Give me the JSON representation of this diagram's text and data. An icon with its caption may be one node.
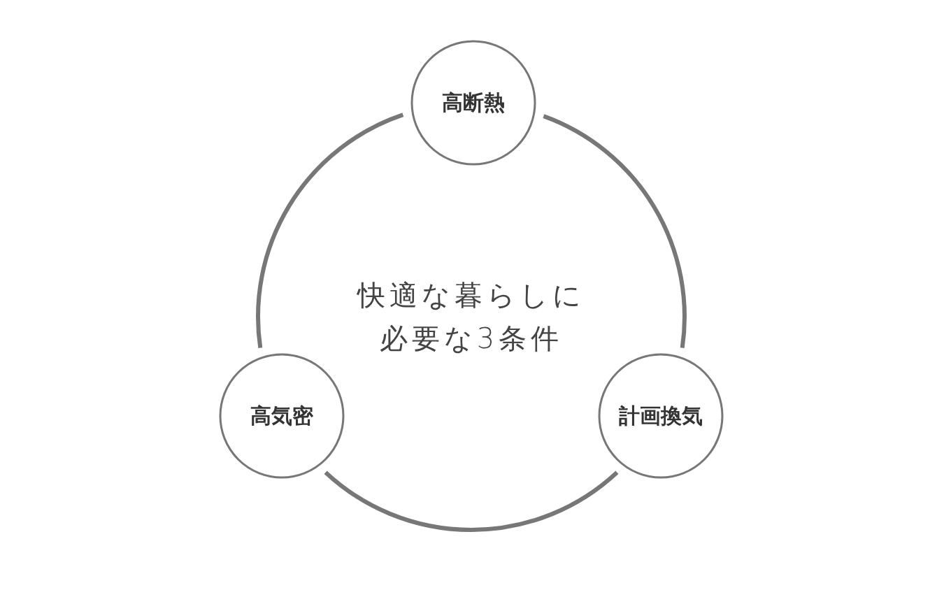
{
  "diagram": {
    "nodes": [
      {
        "text": [
          "快適な暮らしに必要な3条件"
        ]
      },
      {
        "text": [
          "高断熱"
        ]
      },
      {
        "text": [
          "高気密"
        ]
      },
      {
        "text": [
          "計画換気"
        ]
      }
    ]
  }
}
